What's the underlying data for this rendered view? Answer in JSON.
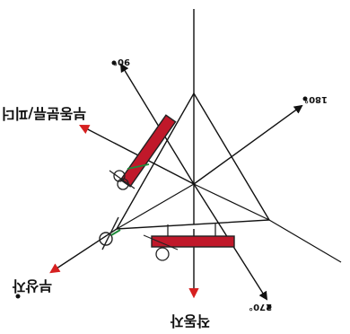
{
  "labels": {
    "deg_90": "90°",
    "deg_180": "180°",
    "deg_270": "270°",
    "arrow_left_top": "부동분류/피더",
    "arrow_left_bottom": "부상자",
    "arrow_bottom": "작동자"
  },
  "colors": {
    "line": "#111111",
    "arrow_red": "#d62020",
    "bar_fill": "#c0182a",
    "bar_stroke": "#222222",
    "marker_green": "#1f8a3a"
  }
}
